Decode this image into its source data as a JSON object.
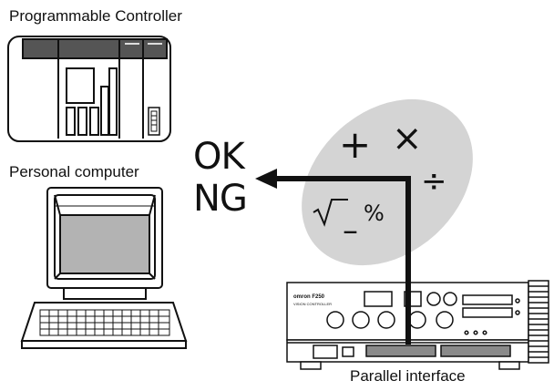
{
  "labels": {
    "plc": "Programmable Controller",
    "pc": "Personal computer",
    "parallel": "Parallel interface"
  },
  "result": {
    "ok": "OK",
    "ng": "NG"
  },
  "operations": {
    "plus": "+",
    "times": "×",
    "divide": "÷",
    "root": "√‾",
    "percent": "%",
    "minus": "–"
  },
  "device": {
    "brand": "omron F250",
    "subtitle": "VISION CONTROLLER"
  },
  "colors": {
    "ink": "#111111",
    "bubble": "#d4d4d4",
    "screen": "#b3b3b3",
    "slot": "#8a8a8a",
    "plc_top": "#555555"
  }
}
